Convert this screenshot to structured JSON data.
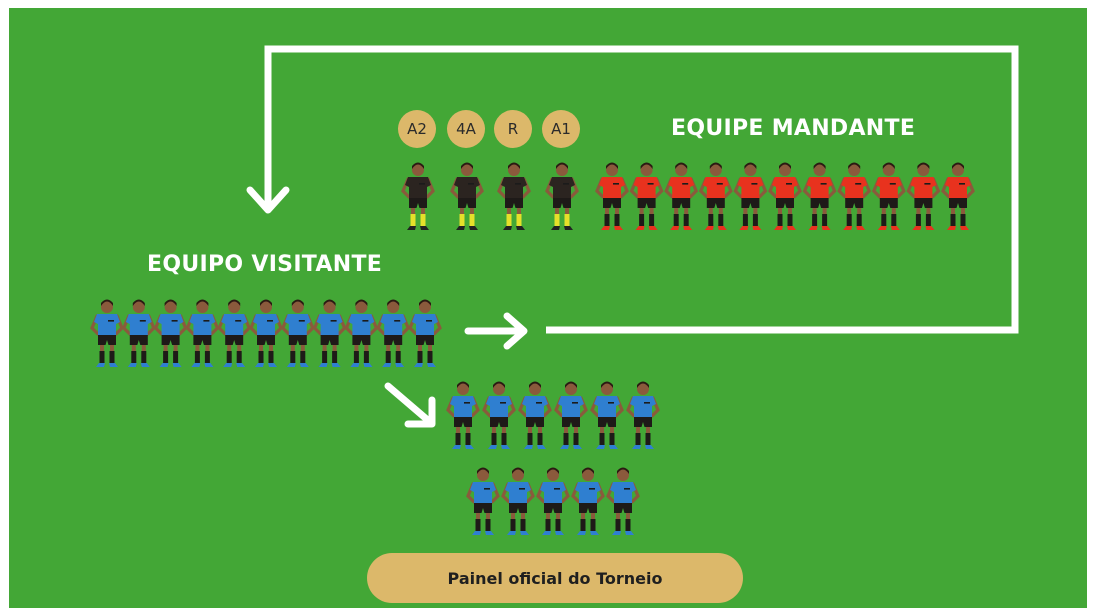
{
  "home_team": {
    "title": "EQUIPE MANDANTE",
    "player_count": 11,
    "shirt_color": "#e8321e"
  },
  "away_team": {
    "title": "EQUIPO VISITANTE",
    "player_count": 11,
    "shirt_color": "#2f7fd0"
  },
  "officials": [
    {
      "code": "A2"
    },
    {
      "code": "4A"
    },
    {
      "code": "R"
    },
    {
      "code": "A1"
    }
  ],
  "substitutes": {
    "row_1_count": 6,
    "row_2_count": 5
  },
  "colors": {
    "field": "#43a736",
    "badge": "#dcb86a",
    "official_shirt": "#2b2420",
    "official_socks": "#e6e02a"
  },
  "footer": {
    "label": "Painel oficial do Torneio"
  }
}
